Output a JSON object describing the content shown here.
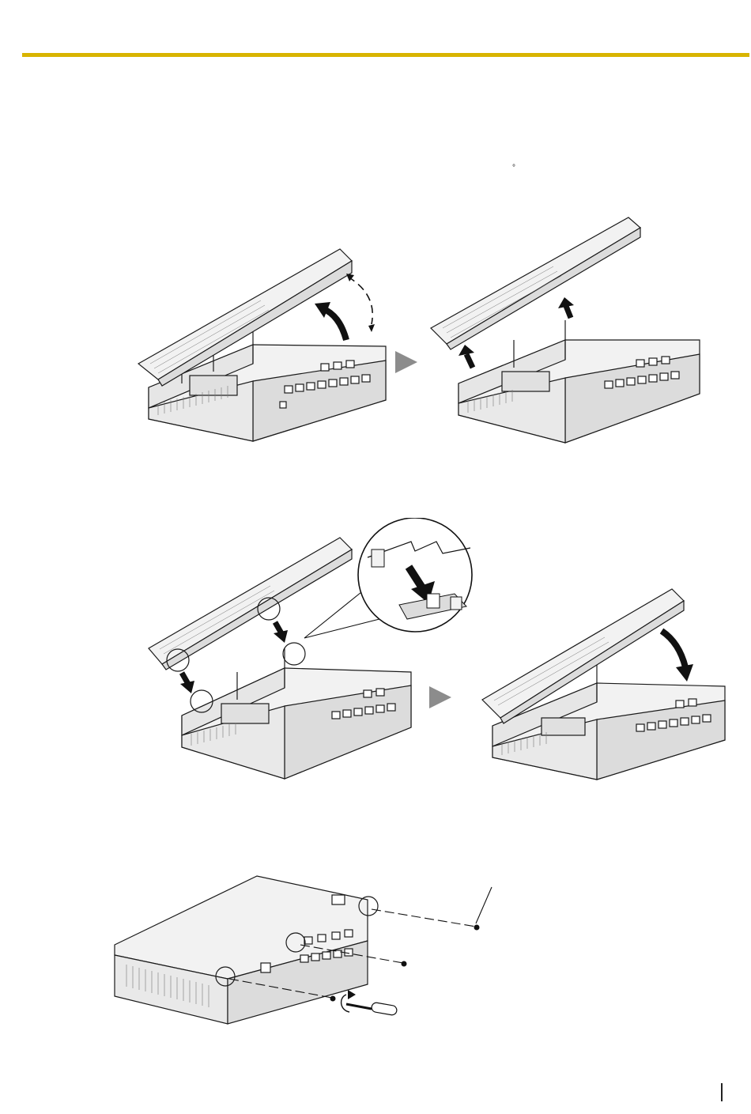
{
  "colors": {
    "rule": "#d8b400",
    "line": "#1a1a1a",
    "fill_light": "#f2f2f2",
    "fill_mid": "#cfcfcf",
    "arrow": "#8c8c8c"
  },
  "marks": {
    "degree_symbol": "°"
  },
  "illustrations": [
    {
      "name": "cover-lifting",
      "icons": [
        "curved-arrow-icon",
        "dashed-rotation-arrow-icon"
      ]
    },
    {
      "name": "cover-removed",
      "icons": [
        "up-arrow-icon",
        "up-arrow-icon"
      ]
    },
    {
      "name": "cover-hooks-aligning",
      "icons": [
        "down-arrow-icon",
        "down-arrow-icon",
        "magnifier-callout"
      ]
    },
    {
      "name": "cover-closing",
      "icons": [
        "curved-arrow-icon"
      ]
    },
    {
      "name": "cover-closed-screws",
      "icons": [
        "screw-icon",
        "screw-icon",
        "screw-icon",
        "screwdriver-icon"
      ]
    }
  ]
}
